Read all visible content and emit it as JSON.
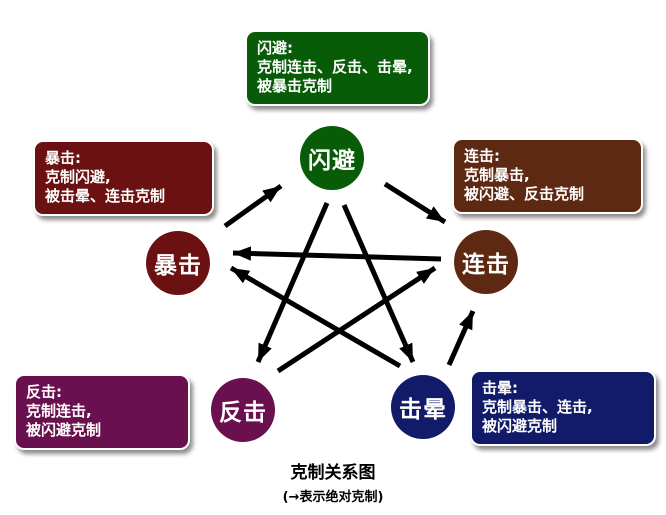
{
  "diagram": {
    "title": "克制关系图",
    "legend": "(→表示绝对克制)",
    "arrow_color": "#000000",
    "background_color": "#ffffff",
    "nodes": [
      {
        "id": "shanbi",
        "label": "闪避",
        "color": "#085C08"
      },
      {
        "id": "baoji",
        "label": "暴击",
        "color": "#6B1111"
      },
      {
        "id": "lianji",
        "label": "连击",
        "color": "#5E2912"
      },
      {
        "id": "fanji",
        "label": "反击",
        "color": "#6B104E"
      },
      {
        "id": "jiyun",
        "label": "击晕",
        "color": "#121A6A"
      }
    ],
    "edges": [
      {
        "from": "baoji",
        "to": "shanbi"
      },
      {
        "from": "shanbi",
        "to": "lianji"
      },
      {
        "from": "lianji",
        "to": "baoji"
      },
      {
        "from": "jiyun",
        "to": "baoji"
      },
      {
        "from": "shanbi",
        "to": "fanji"
      },
      {
        "from": "shanbi",
        "to": "jiyun"
      },
      {
        "from": "fanji",
        "to": "lianji"
      },
      {
        "from": "jiyun",
        "to": "lianji"
      }
    ],
    "boxes": {
      "shanbi": {
        "title": "闪避:",
        "line1": "克制连击、反击、击晕,",
        "line2": "被暴击克制",
        "color": "#085C08"
      },
      "baoji": {
        "title": "暴击:",
        "line1": "克制闪避,",
        "line2": "被击晕、连击克制",
        "color": "#6B1111"
      },
      "lianji": {
        "title": "连击:",
        "line1": "克制暴击,",
        "line2": "被闪避、反击克制",
        "color": "#5E2912"
      },
      "fanji": {
        "title": "反击:",
        "line1": "克制连击,",
        "line2": "被闪避克制",
        "color": "#6B104E"
      },
      "jiyun": {
        "title": "击晕:",
        "line1": "克制暴击、连击,",
        "line2": "被闪避克制",
        "color": "#121A6A"
      }
    }
  }
}
